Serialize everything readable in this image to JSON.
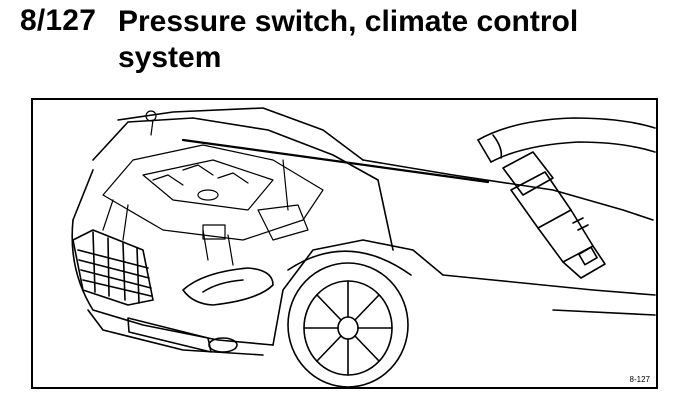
{
  "header": {
    "number": "8/127",
    "title": "Pressure switch, climate control system"
  },
  "figure": {
    "reference": "8-127",
    "content": "line drawing: front of car with open hood, leader line to a pressure switch detail"
  }
}
